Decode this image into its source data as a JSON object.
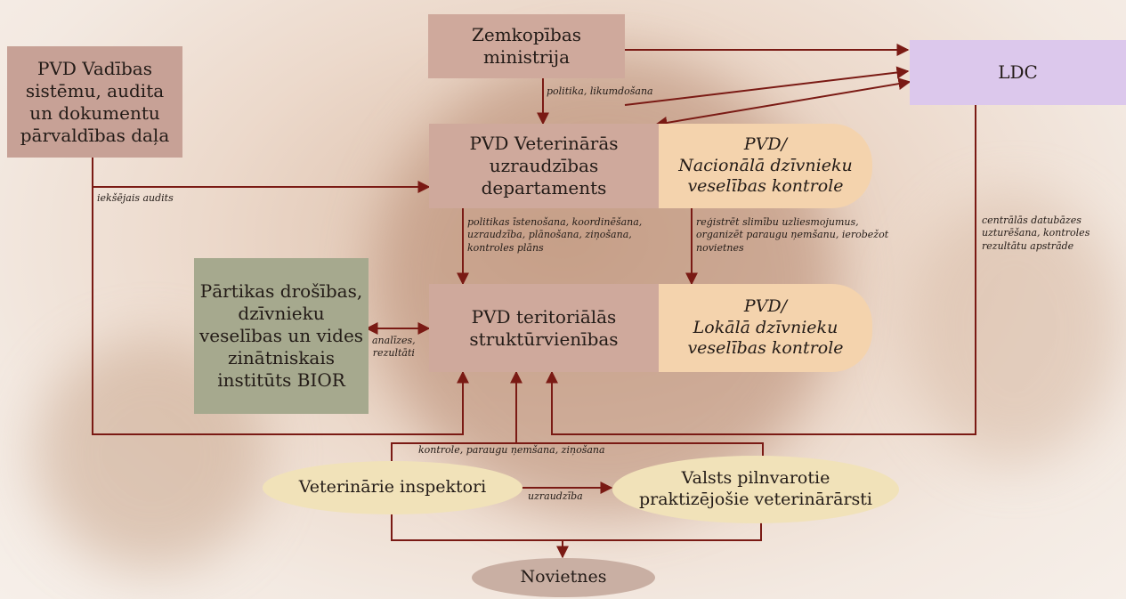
{
  "nodes": {
    "ministry": {
      "lines": [
        "Zemkopības",
        "ministrija"
      ]
    },
    "ldc": {
      "lines": [
        "LDC"
      ]
    },
    "pvd_mgmt": {
      "lines": [
        "PVD Vadības",
        "sistēmu, audita",
        "un dokumentu",
        "pārvaldības daļa"
      ]
    },
    "pvd_vet_dept": {
      "lines": [
        "PVD Veterinārās",
        "uzraudzības",
        "departaments"
      ]
    },
    "national_control": {
      "lines": [
        "PVD/",
        "Nacionālā dzīvnieku",
        "veselības kontrole"
      ]
    },
    "bior": {
      "lines": [
        "Pārtikas drošības,",
        "dzīvnieku",
        "veselības un vides",
        "zinātniskais",
        "institūts BIOR"
      ]
    },
    "pvd_territorial": {
      "lines": [
        "PVD teritoriālās",
        "struktūrvienības"
      ]
    },
    "local_control": {
      "lines": [
        "PVD/",
        "Lokālā dzīvnieku",
        "veselības kontrole"
      ]
    },
    "inspectors": {
      "lines": [
        "Veterinārie inspektori"
      ]
    },
    "vets": {
      "lines": [
        "Valsts pilnvarotie",
        "praktizējošie veterinārārsti"
      ]
    },
    "holdings": {
      "lines": [
        "Novietnes"
      ]
    }
  },
  "edge_labels": {
    "policy": [
      "politika, likumdošana"
    ],
    "internal_audit": [
      "iekšējais audits"
    ],
    "implementation": [
      "politikas īstenošana, koordinēšana,",
      "uzraudzība, plānošana, ziņošana,",
      "kontroles plāns"
    ],
    "register": [
      "reģistrēt slimību uzliesmojumus,",
      "organizēt paraugu ņemšanu, ierobežot",
      "novietnes"
    ],
    "central_db": [
      "centrālās datubāzes",
      "uzturēšana, kontroles",
      "rezultātu apstrāde"
    ],
    "analyses": [
      "analīzes,",
      "rezultāti"
    ],
    "control_sampling": [
      "kontrole, paraugu ņemšana, ziņošana"
    ],
    "supervision": [
      "uzraudzība"
    ]
  },
  "colors": {
    "line": "#7a1a14",
    "rose": "#cfa99c",
    "lilac": "#dcc8ec",
    "sage": "#a6a98e",
    "peach": "#f4d3ad",
    "cream": "#f1e2b9"
  }
}
